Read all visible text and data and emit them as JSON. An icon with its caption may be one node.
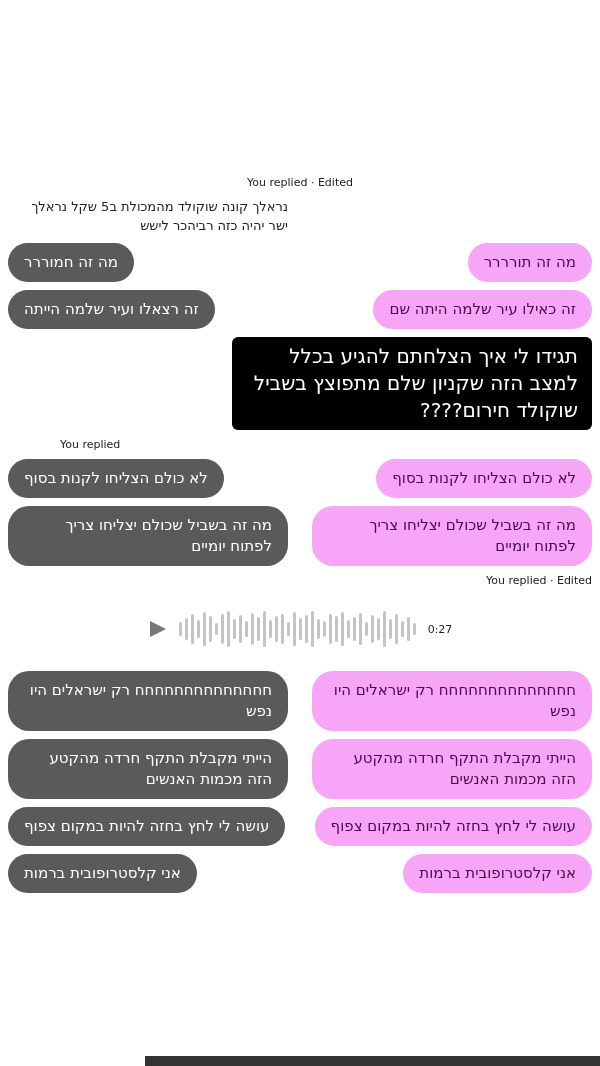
{
  "diagram": {
    "nodes": [
      {
        "text": [
          "מה זה תורררר"
        ]
      },
      {
        "text": [
          "מה זה חמוררר"
        ]
      },
      {
        "text": [
          "זה כאילו עיר שלמה היתה שם"
        ]
      },
      {
        "text": [
          "זה רצאלו ועיר שלמה הייתה"
        ]
      },
      {
        "text": [
          "תגידו לי איך הצלחתם להגיע בכלל למצב הזה שקניון שלם מתפוצץ בשביל שוקולד חירום????"
        ]
      },
      {
        "text": [
          "לא כולם הצליחו לקנות בסוף"
        ]
      },
      {
        "text": [
          "לא כולם הצליחו לקנות בסוף"
        ]
      },
      {
        "text": [
          "מה זה בשביל שכולם יצליחו צריך לפתוח יומיים"
        ]
      },
      {
        "text": [
          "מה זה בשביל שכולם יצליחו צריך לפתוח יומיים"
        ]
      },
      {
        "text": [
          "חחחחחחחחחחחחחח רק ישראלים היו נפש"
        ]
      },
      {
        "text": [
          "חחחחחחחחחחחחחח רק ישראלים היו נפש"
        ]
      },
      {
        "text": [
          "הייתי מקבלת התקף חרדה מהקטע הזה מכמות האנשים"
        ]
      },
      {
        "text": [
          "הייתי מקבלת התקף חרדה מהקטע הזה מכמות האנשים"
        ]
      },
      {
        "text": [
          "עושה לי לחץ בחזה להיות במקום צפוף"
        ]
      },
      {
        "text": [
          "עושה לי לחץ בחזה להיות במקום צפוף"
        ]
      },
      {
        "text": [
          "אני קלסטרופובית ברמות"
        ]
      },
      {
        "text": [
          "אני קלסטרופובית ברמות"
        ]
      }
    ],
    "labels": [
      "You replied · Edited",
      "נראלך קונה שוקולד מהמכולת ב5 שקל נראלך ישר יהיה כזה רביהכר לישש",
      "You replied",
      "You replied · Edited",
      "0:27"
    ]
  }
}
